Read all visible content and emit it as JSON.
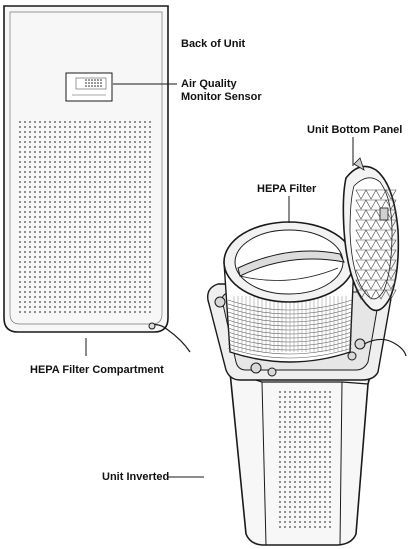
{
  "labels": {
    "back_of_unit": "Back of Unit",
    "air_quality_line1": "Air Quality",
    "air_quality_line2": "Monitor Sensor",
    "unit_bottom_panel": "Unit Bottom Panel",
    "hepa_filter": "HEPA Filter",
    "hepa_filter_compartment": "HEPA Filter Compartment",
    "unit_inverted": "Unit Inverted"
  },
  "colors": {
    "line": "#1a1a1a",
    "fill_light": "#f4f4f4",
    "fill_mid": "#e6e6e6",
    "fill_dark": "#cfcfcf"
  }
}
